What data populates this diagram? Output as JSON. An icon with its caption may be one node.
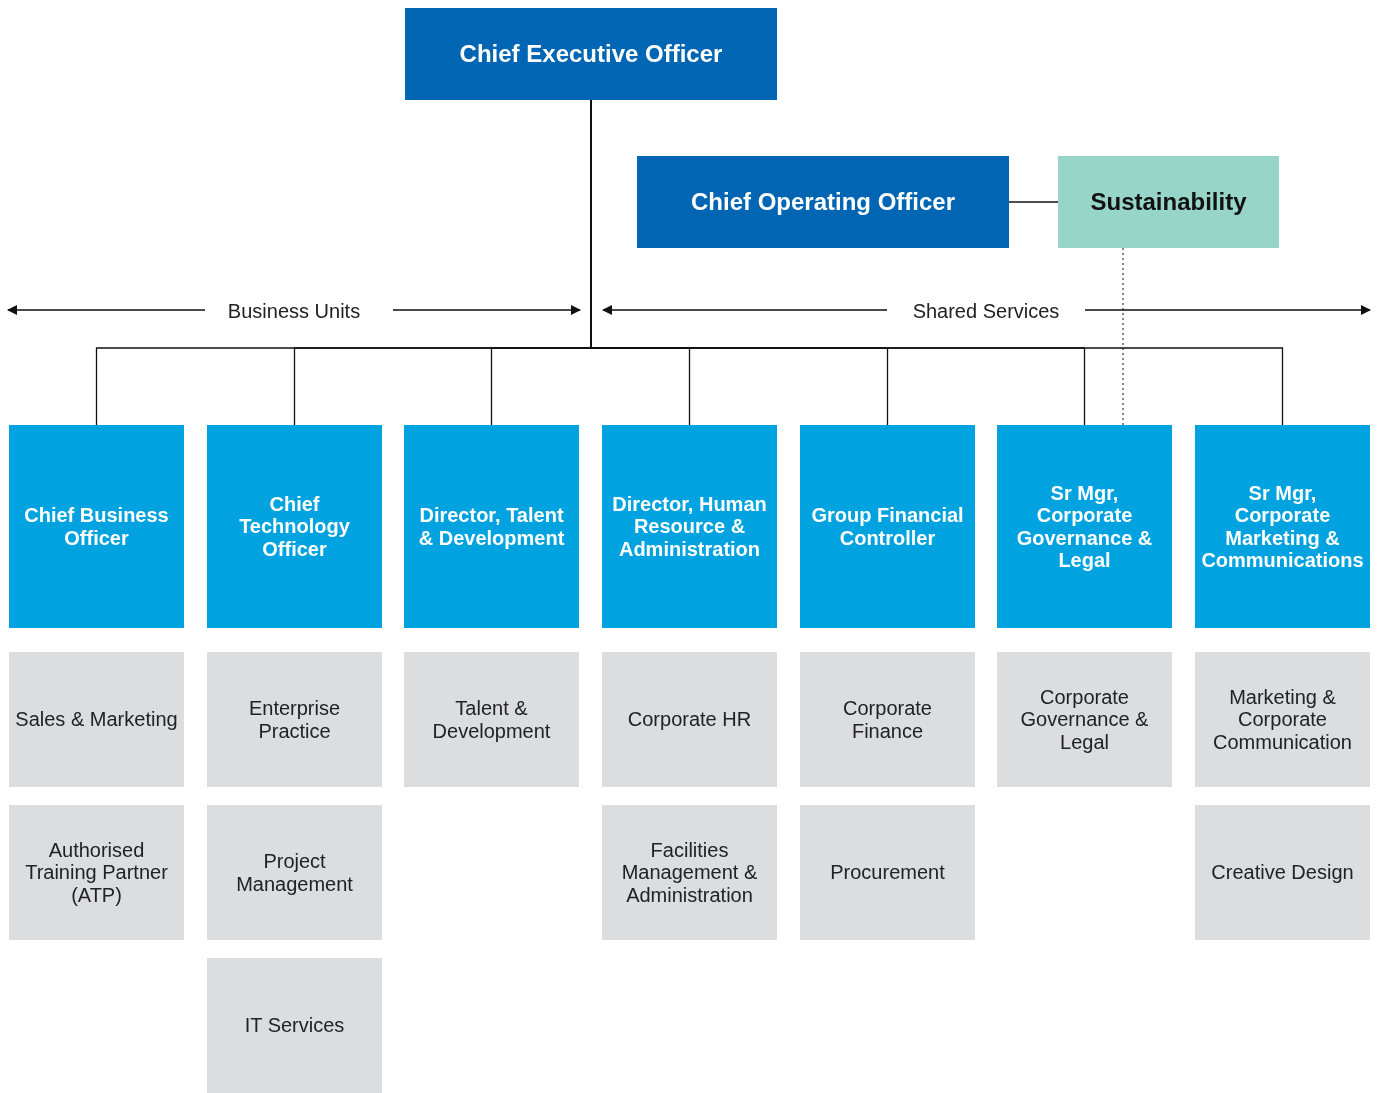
{
  "diagram": {
    "nodes": [
      {
        "text": [
          "Chief Executive Officer"
        ]
      },
      {
        "text": [
          "Chief Operating Officer"
        ]
      },
      {
        "text": [
          "Sustainability"
        ]
      },
      {
        "text": [
          "Chief Business Officer"
        ]
      },
      {
        "text": [
          "Chief Technology Officer"
        ]
      },
      {
        "text": [
          "Director, Talent & Development"
        ]
      },
      {
        "text": [
          "Director, Human Resource & Administration"
        ]
      },
      {
        "text": [
          "Group Financial Controller"
        ]
      },
      {
        "text": [
          "Sr Mgr, Corporate Governance & Legal"
        ]
      },
      {
        "text": [
          "Sr Mgr, Corporate Marketing & Communications"
        ]
      },
      {
        "text": [
          "Sales & Marketing"
        ]
      },
      {
        "text": [
          "Authorised Training Partner (ATP)"
        ]
      },
      {
        "text": [
          "Enterprise Practice"
        ]
      },
      {
        "text": [
          "Project Management"
        ]
      },
      {
        "text": [
          "IT Services"
        ]
      },
      {
        "text": [
          "Talent & Development"
        ]
      },
      {
        "text": [
          "Corporate HR"
        ]
      },
      {
        "text": [
          "Facilities Management & Administration"
        ]
      },
      {
        "text": [
          "Corporate Finance"
        ]
      },
      {
        "text": [
          "Procurement"
        ]
      },
      {
        "text": [
          "Corporate Governance & Legal"
        ]
      },
      {
        "text": [
          "Marketing & Corporate Communication"
        ]
      },
      {
        "text": [
          "Creative Design"
        ]
      }
    ],
    "edges": [
      {
        "from": 0,
        "to": 1,
        "arrow": "none"
      },
      {
        "from": 1,
        "to": 2,
        "arrow": "none"
      },
      {
        "from": 2,
        "to": 8,
        "arrow": "none",
        "style": "dashed"
      },
      {
        "from": 0,
        "to": 3,
        "arrow": "none"
      },
      {
        "from": 0,
        "to": 4,
        "arrow": "none"
      },
      {
        "from": 0,
        "to": 5,
        "arrow": "none"
      },
      {
        "from": 0,
        "to": 6,
        "arrow": "none"
      },
      {
        "from": 0,
        "to": 7,
        "arrow": "none"
      },
      {
        "from": 0,
        "to": 8,
        "arrow": "none"
      },
      {
        "from": 0,
        "to": 9,
        "arrow": "none"
      }
    ],
    "labels": [
      "Business Units",
      "Shared Services"
    ]
  }
}
